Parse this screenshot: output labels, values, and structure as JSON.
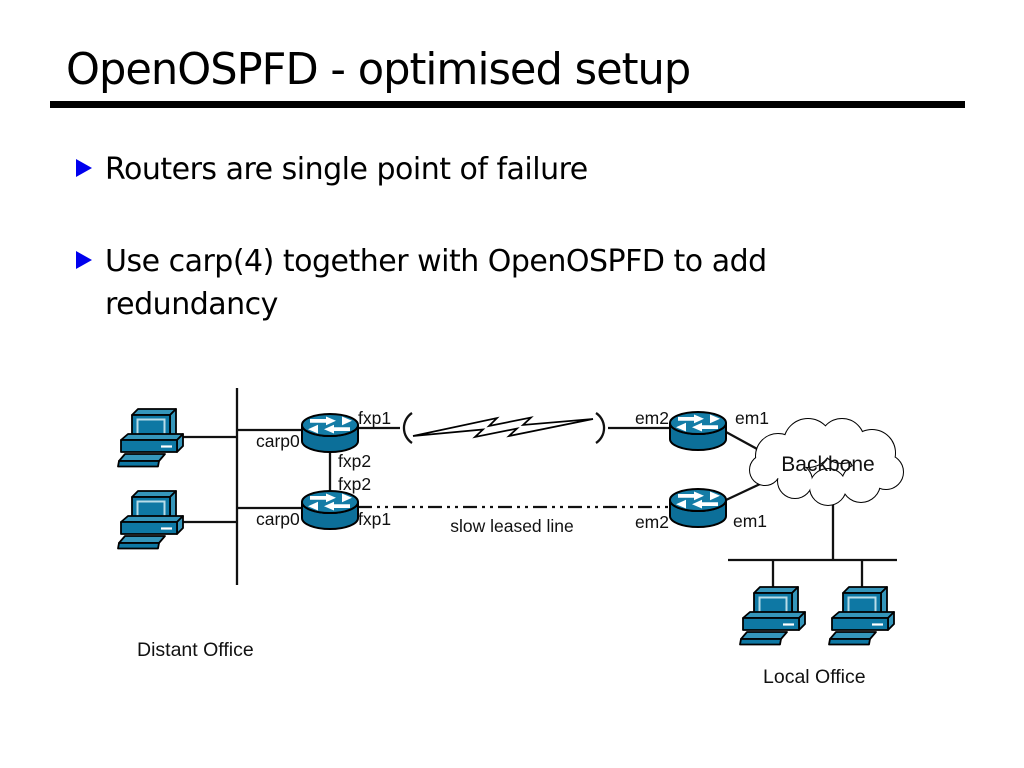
{
  "slide": {
    "title": "OpenOSPFD - optimised setup",
    "bullets": [
      "Routers are single point of failure",
      "Use carp(4) together with OpenOSPFD to add redundancy"
    ]
  },
  "diagram": {
    "labels": {
      "carp0_top": "carp0",
      "fxp1_top": "fxp1",
      "fxp2_top": "fxp2",
      "fxp2_bottom": "fxp2",
      "carp0_bottom": "carp0",
      "fxp1_bottom": "fxp1",
      "em2_top": "em2",
      "em1_top": "em1",
      "em2_bottom": "em2",
      "em1_bottom": "em1",
      "slow_link": "slow leased line",
      "cloud": "Backbone",
      "distant_office": "Distant Office",
      "local_office": "Local Office"
    },
    "counts": {
      "distant_workstations": 2,
      "distant_routers": 2,
      "local_routers": 2,
      "local_workstations": 2
    },
    "colors": {
      "node_fill": "#0e78a4",
      "node_highlight": "#3596bb",
      "router_top": "#147ca6",
      "router_body": "#0c6f99",
      "bullet_accent": "#0000ee",
      "line": "#111111"
    }
  }
}
